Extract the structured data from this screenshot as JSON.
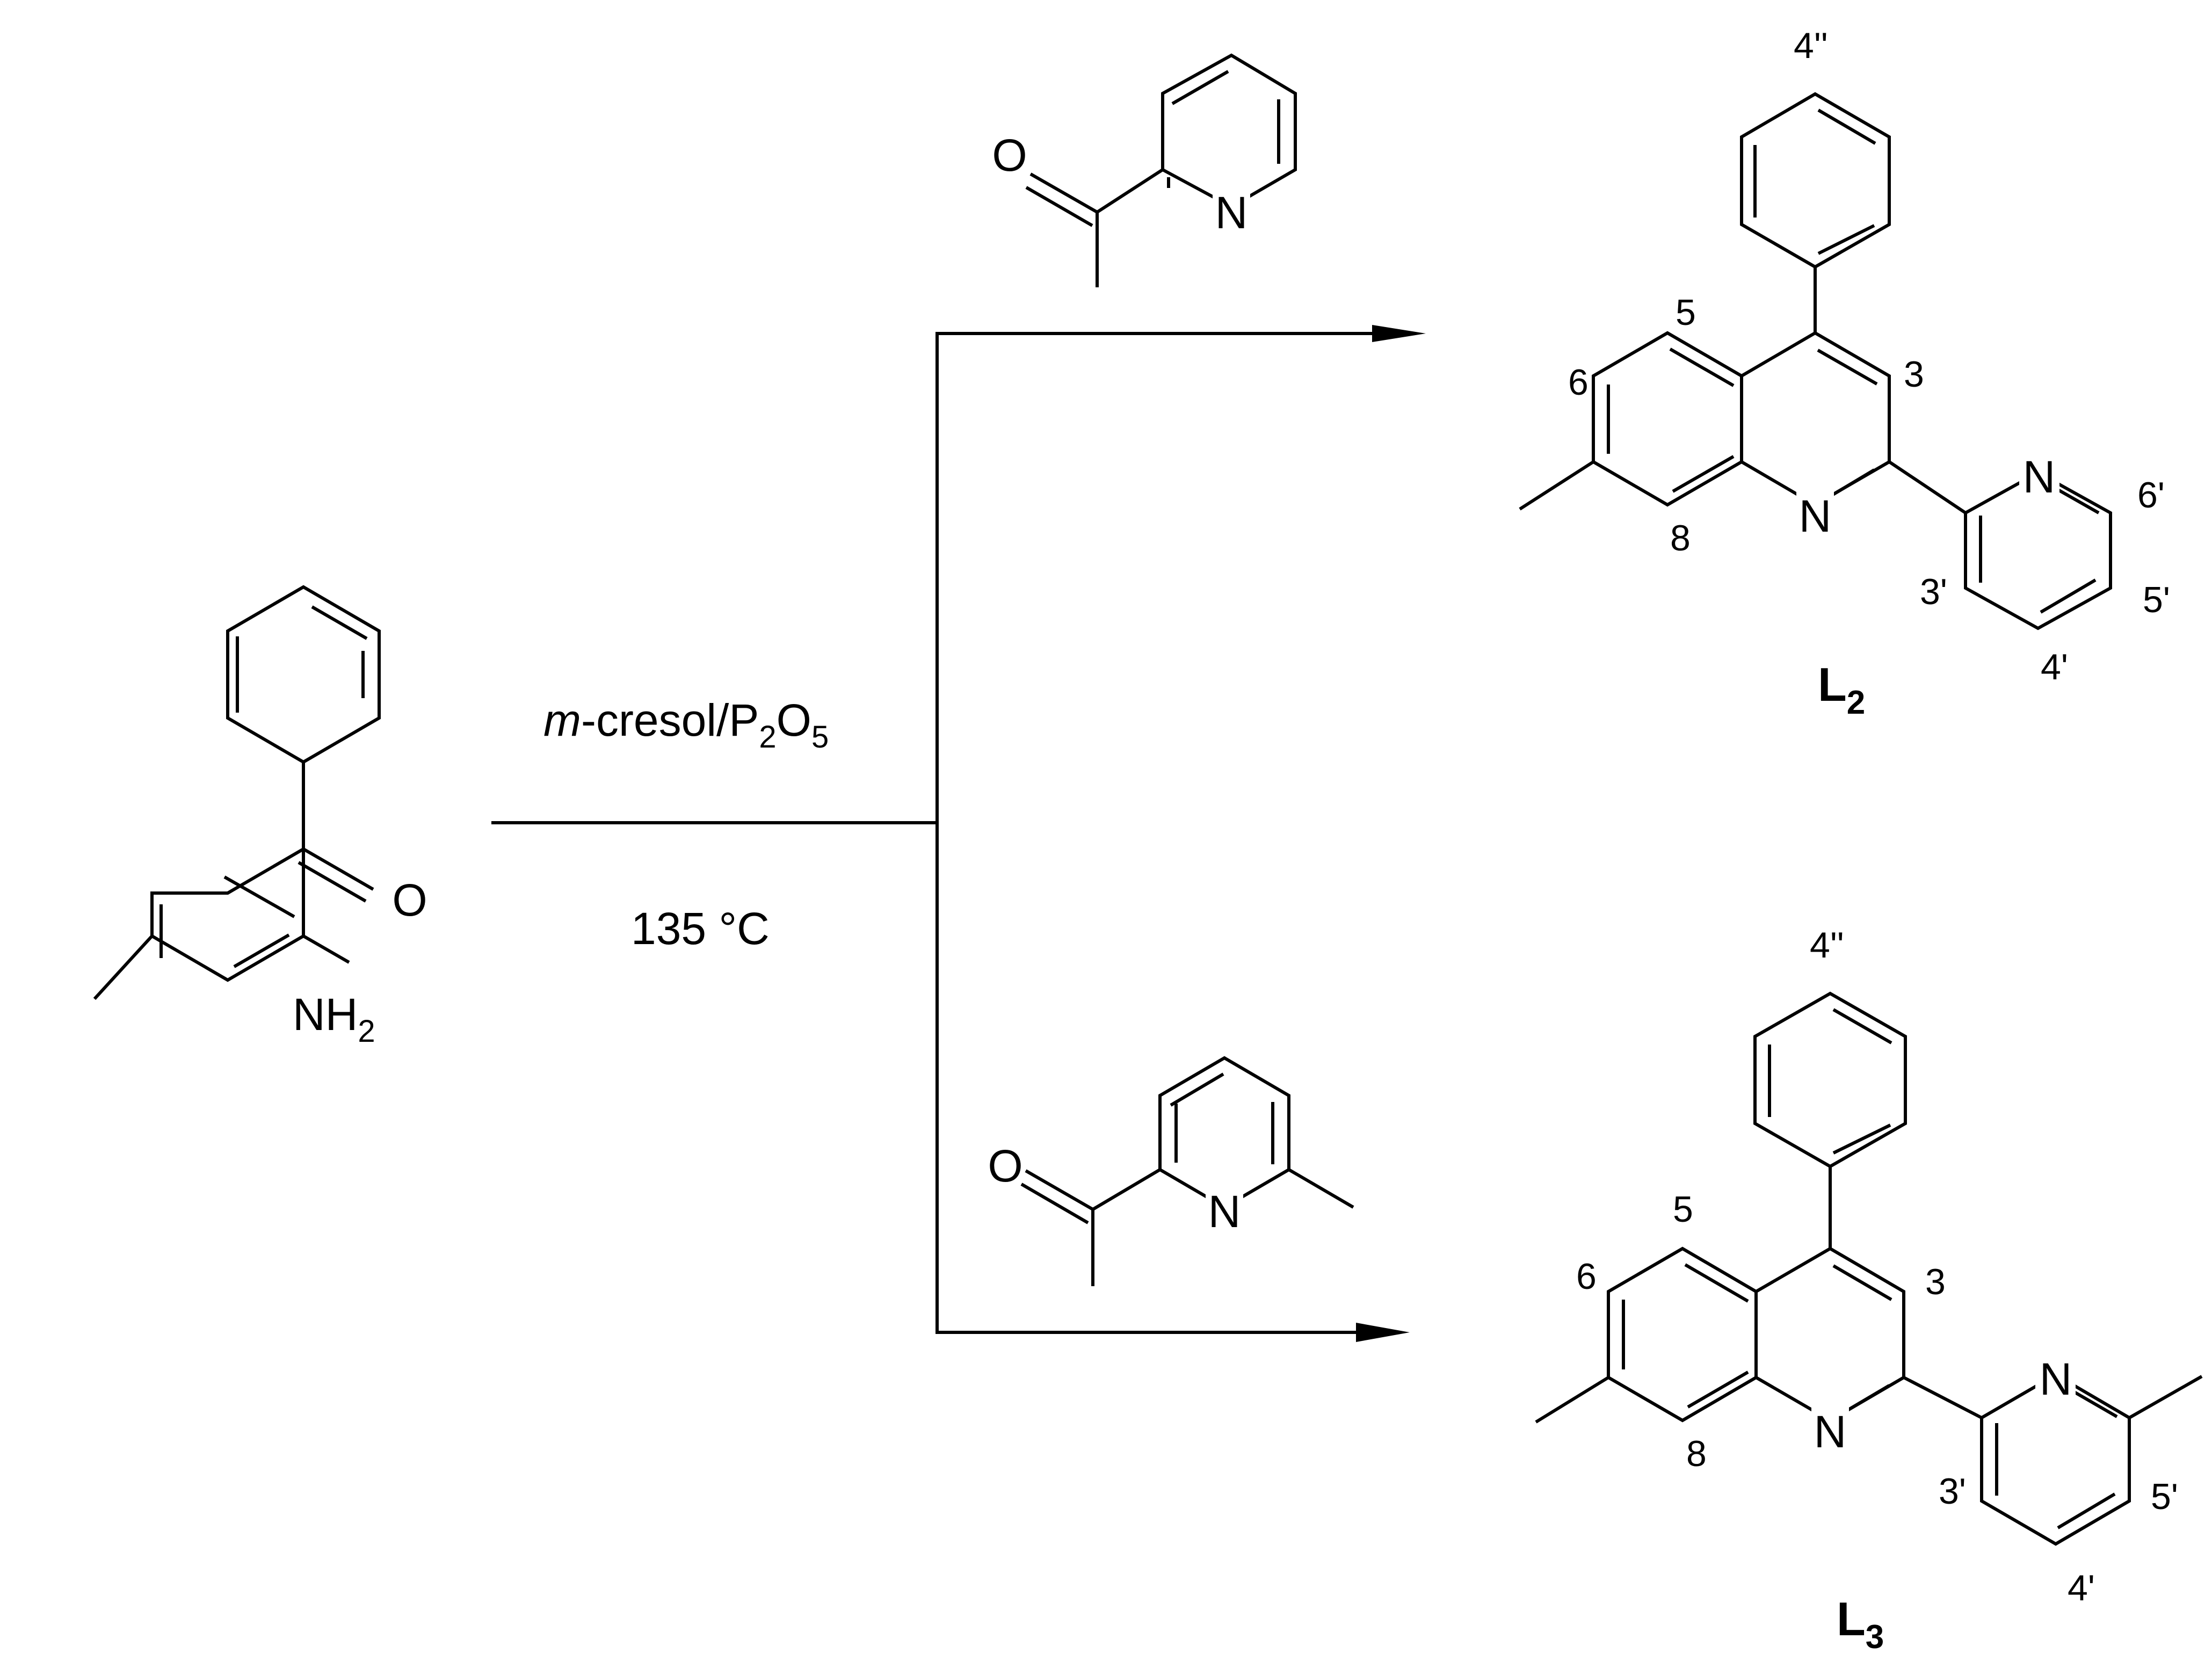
{
  "scheme": {
    "starting_material": {
      "oxygen": "O",
      "amine": "NH",
      "amine_sub": "2"
    },
    "reagent_top": {
      "oxygen": "O",
      "nitrogen": "N"
    },
    "reagent_bottom": {
      "oxygen": "O",
      "nitrogen": "N"
    },
    "conditions": {
      "solvent_italic": "m",
      "solvent_rest": "-cresol/P",
      "sub1": "2",
      "o": "O",
      "sub2": "5",
      "temperature": "135 °C"
    },
    "product_L2": {
      "name": "L",
      "name_sub": "2",
      "ring_n": "N",
      "pyridyl_n": "N",
      "positions": {
        "p4pp": "4''",
        "p5": "5",
        "p6": "6",
        "p8": "8",
        "p3": "3",
        "p3p": "3'",
        "p4p": "4'",
        "p5p": "5'",
        "p6p": "6'"
      }
    },
    "product_L3": {
      "name": "L",
      "name_sub": "3",
      "ring_n": "N",
      "pyridyl_n": "N",
      "positions": {
        "p4pp": "4''",
        "p5": "5",
        "p6": "6",
        "p8": "8",
        "p3": "3",
        "p3p": "3'",
        "p4p": "4'",
        "p5p": "5'"
      }
    }
  }
}
